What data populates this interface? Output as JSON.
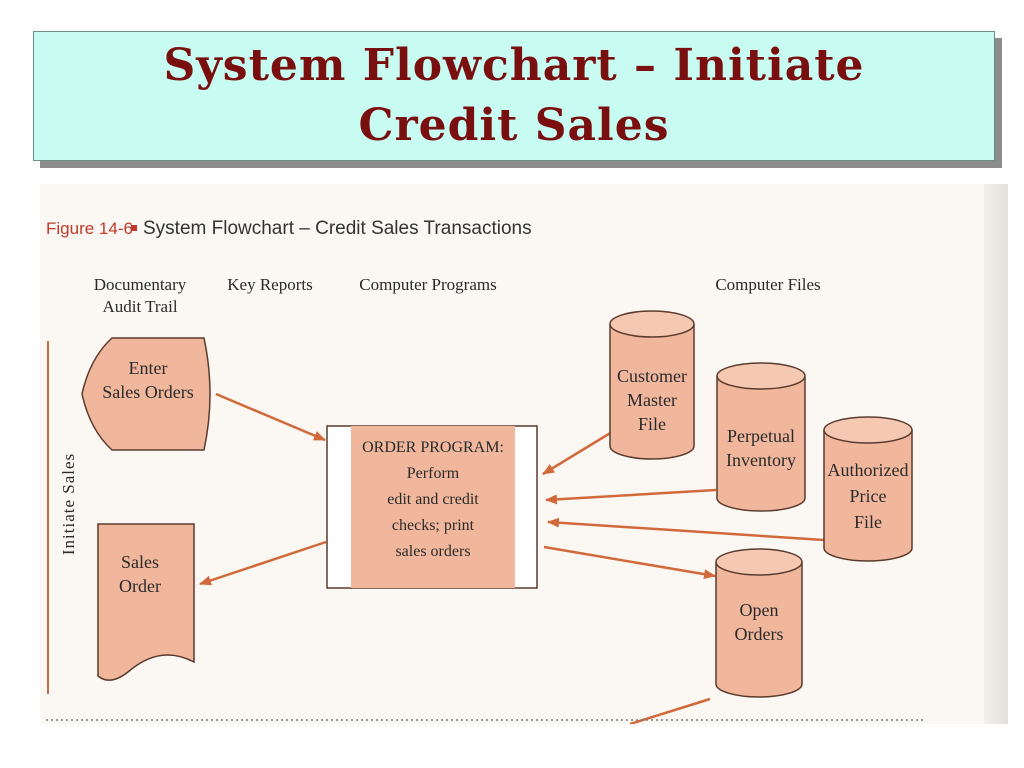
{
  "slide": {
    "title_line1": "System Flowchart – Initiate",
    "title_line2": "Credit Sales"
  },
  "figure": {
    "figure_label": "Figure 14-6",
    "figure_title": "System Flowchart – Credit Sales Transactions",
    "columns": {
      "documentary_line1": "Documentary",
      "documentary_line2": "Audit Trail",
      "key_reports": "Key Reports",
      "computer_programs": "Computer Programs",
      "computer_files": "Computer Files"
    },
    "side_label": "Initiate Sales",
    "nodes": {
      "enter_sales_orders": [
        "Enter",
        "Sales Orders"
      ],
      "sales_order": [
        "Sales",
        "Order"
      ],
      "order_program": [
        "ORDER PROGRAM:",
        "Perform",
        "edit and credit",
        "checks; print",
        "sales orders"
      ],
      "customer_master_file": [
        "Customer",
        "Master",
        "File"
      ],
      "perpetual_inventory": [
        "Perpetual",
        "Inventory"
      ],
      "authorized_price_file": [
        "Authorized",
        "Price",
        "File"
      ],
      "open_orders": [
        "Open",
        "Orders"
      ]
    },
    "colors": {
      "shape_fill": "#f0b79c",
      "shape_stroke": "#5a3a2c",
      "arrow": "#d2693a",
      "title_text": "#7a0f0f",
      "title_bg": "#c8fbf2",
      "figure_label": "#c0392b"
    }
  }
}
